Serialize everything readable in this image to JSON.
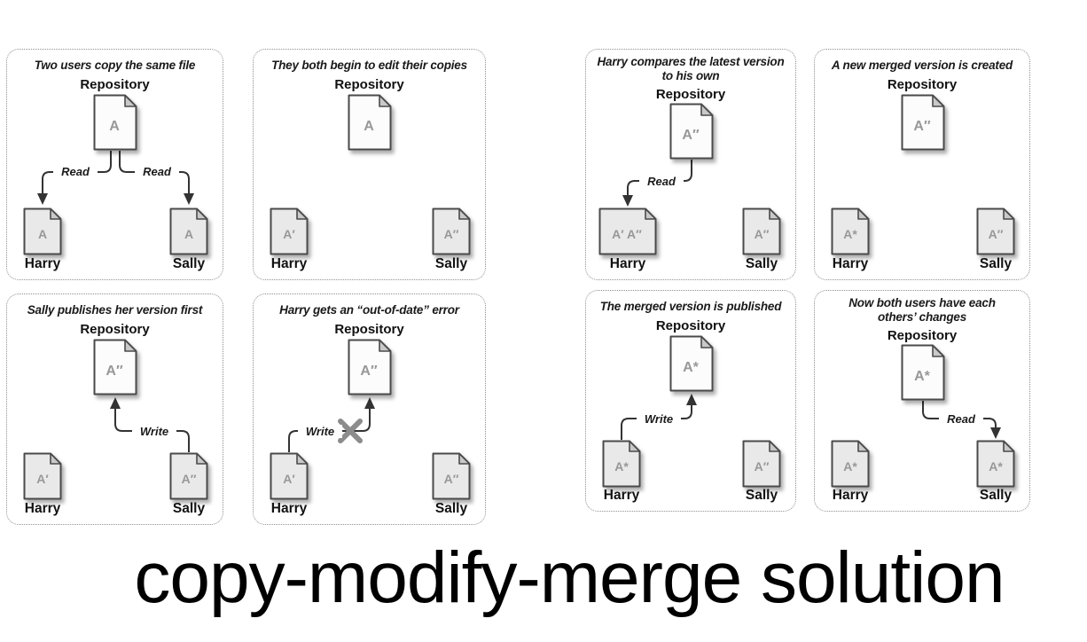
{
  "caption": "copy-modify-merge solution",
  "labels": {
    "repository": "Repository",
    "harry": "Harry",
    "sally": "Sally",
    "read": "Read",
    "write": "Write"
  },
  "colors": {
    "arrow_line": "#333333",
    "doc_letter": "#989898",
    "panel_border": "#8f8f8f",
    "blocked_x": "#8c8c8c",
    "repo_doc_fill": "#fcfcfc",
    "client_doc_fill": "#e9e9e9"
  },
  "panels": [
    {
      "title": "Two users copy the same file",
      "repo_doc": "A",
      "harry_doc": "A",
      "sally_doc": "A",
      "arrows": [
        "Read",
        "Read"
      ]
    },
    {
      "title": "They both begin to edit their copies",
      "repo_doc": "A",
      "harry_doc": "A′",
      "sally_doc": "A″",
      "arrows": []
    },
    {
      "title": "Harry compares the latest version to his own",
      "repo_doc": "A″",
      "harry_doc": "A′ A″",
      "sally_doc": "A″",
      "arrows": [
        "Read"
      ]
    },
    {
      "title": "A new merged version is created",
      "repo_doc": "A″",
      "harry_doc": "A*",
      "sally_doc": "A″",
      "arrows": []
    },
    {
      "title": "Sally publishes her version first",
      "repo_doc": "A″",
      "harry_doc": "A′",
      "sally_doc": "A″",
      "arrows": [
        "Write"
      ]
    },
    {
      "title": "Harry gets an “out-of-date” error",
      "repo_doc": "A″",
      "harry_doc": "A′",
      "sally_doc": "A″",
      "arrows": [
        "Write"
      ],
      "blocked": true
    },
    {
      "title": "The merged version is published",
      "repo_doc": "A*",
      "harry_doc": "A*",
      "sally_doc": "A″",
      "arrows": [
        "Write"
      ]
    },
    {
      "title": "Now both users have each others’ changes",
      "repo_doc": "A*",
      "harry_doc": "A*",
      "sally_doc": "A*",
      "arrows": [
        "Read"
      ]
    }
  ]
}
